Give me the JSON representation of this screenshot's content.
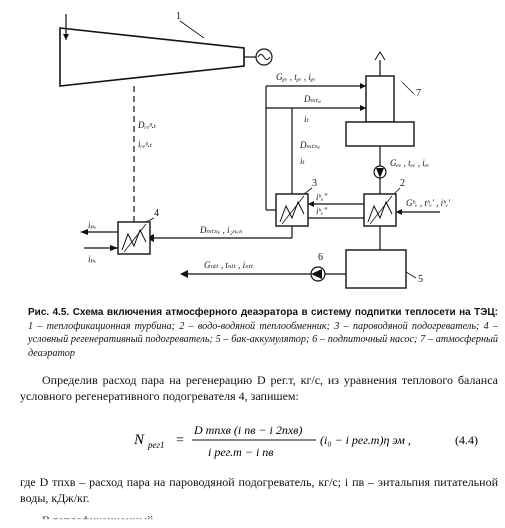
{
  "diagram": {
    "labels": {
      "n1": "1",
      "n2": "2",
      "n3": "3",
      "n4": "4",
      "n5": "5",
      "n6": "6",
      "n7": "7",
      "g_top": "Gᵪᵥ , tᵪᵥ , iᵪᵥ",
      "d_mtd": "Dₘₜₐ",
      "i_t_1": "iₜ",
      "d_mtnv": "Dₘₜₙᵥ",
      "i_t_2": "iₜ",
      "d_reg": "Dᵣₑᵍ.ₜ",
      "i_reg": "iᵣₑᵍ.ₜ",
      "g_dv": "Gₑᵥ , tₑᵥ , iₑᵥ",
      "i_hv2": "iʰᵥ″",
      "i_hv2b": "iʰᵥ″",
      "g_hv": "Gʰᵥ , tʰᵥ′ , iʰᵥ′",
      "i_pv": "iₚᵥ",
      "i_pv2": "iₚᵥ",
      "d_mtnv_bottom": "Dₘₜₙᵥ , i₂ₙᵥₙ",
      "g_ntc": "Gₙₜₜ , tₙₜₜ , iₙₜₜ"
    }
  },
  "caption": {
    "lead": "Рис. 4.5. Схема включения атмосферного деаэратора в систему подпитки теплосети на ТЭЦ:",
    "desc": "1 – теплофикационная турбина; 2 – водо-водяной теплообменник; 3 – пароводяной подогреватель; 4 – условный регенеративный подогреватель; 5 – бак-аккумулятор; 6 – подпиточный насос; 7 – атмосферный деаэратор"
  },
  "paragraph": "Определив расход пара на регенерацию D рег.т, кг/с, из уравнения теплового баланса условного регенеративного подогревателя 4, запишем:",
  "equation": {
    "lhs": "N",
    "lhs_sub": "рег1",
    "equals": "=",
    "num": "D тпхв (i пв − i 2пхв)",
    "den": "i рег.т − i пв",
    "tail": "(i₀ − i рег.т)η эм ,",
    "number": "(4.4)"
  },
  "after": "где D тпхв – расход пара на пароводяной подогреватель, кг/с; i пв – энтальпия питательной воды, кДж/кг.",
  "cut_line": "В теплофикационный ..."
}
